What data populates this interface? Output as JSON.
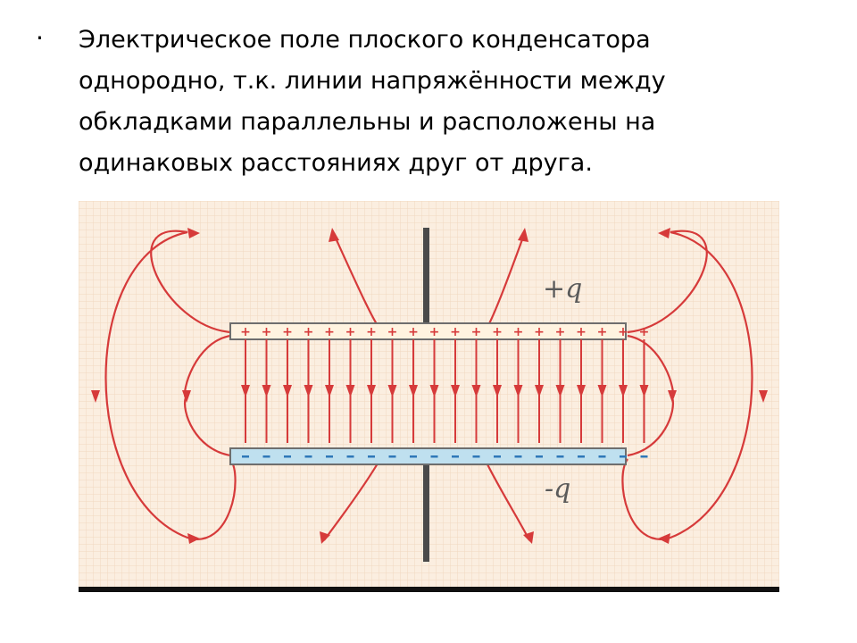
{
  "slide": {
    "bullet": "·",
    "text": "Электрическое поле плоского конденсатора однородно, т.к. линии напряжённости между обкладками параллельны и расположены на одинаковых расстояниях друг от друга."
  },
  "diagram": {
    "top_plate_label": "+q",
    "bottom_plate_label": "-q",
    "field_line_count": 20,
    "colors": {
      "background": "#fbeee0",
      "grid": "#f0d8c0",
      "field": "#d63a3a",
      "top_plate": "#fff3e0",
      "bottom_plate": "#bfe0ef",
      "plate_border": "#6e6e6e",
      "minus_sign": "#2f78b8",
      "rod": "#4a4a4a",
      "ground": "#111111"
    }
  }
}
